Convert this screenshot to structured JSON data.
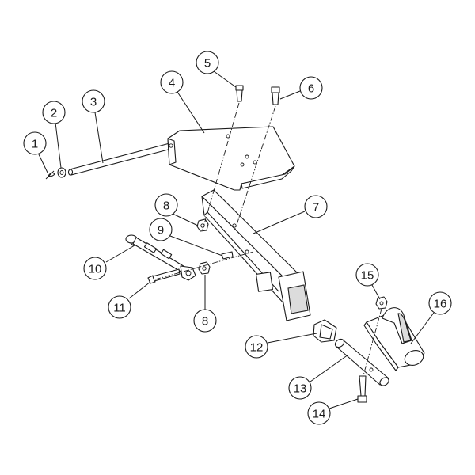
{
  "callouts": [
    {
      "label": "1"
    },
    {
      "label": "2"
    },
    {
      "label": "3"
    },
    {
      "label": "4"
    },
    {
      "label": "5"
    },
    {
      "label": "6"
    },
    {
      "label": "7"
    },
    {
      "label": "8"
    },
    {
      "label": "9"
    },
    {
      "label": "10"
    },
    {
      "label": "11"
    },
    {
      "label": "8"
    },
    {
      "label": "12"
    },
    {
      "label": "13"
    },
    {
      "label": "14"
    },
    {
      "label": "15"
    },
    {
      "label": "16"
    }
  ]
}
